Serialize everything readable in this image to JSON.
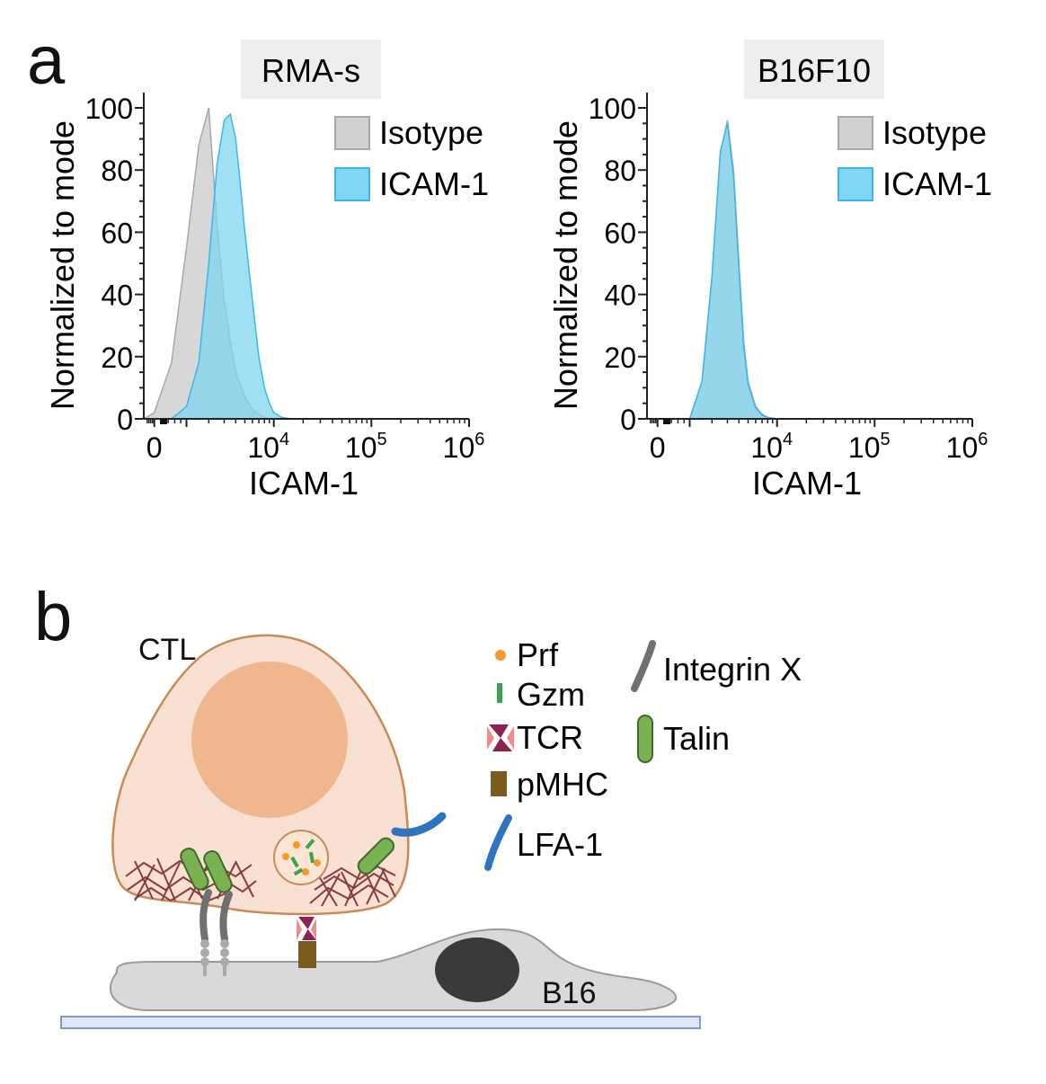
{
  "panel_a": {
    "label": "a",
    "colors": {
      "isotype_fill": "#d0d0d0",
      "isotype_stroke": "#a8a8a8",
      "icam_fill": "#7fd6f2",
      "icam_stroke": "#3cb7e6",
      "title_box": "#eeeeee"
    },
    "plots": [
      {
        "title": "RMA-s",
        "ylabel": "Normalized to mode",
        "xlabel": "ICAM-1",
        "legend": [
          "Isotype",
          "ICAM-1"
        ]
      },
      {
        "title": "B16F10",
        "ylabel": "Normalized to mode",
        "xlabel": "ICAM-1",
        "legend": [
          "Isotype",
          "ICAM-1"
        ]
      }
    ],
    "yticks": [
      "0",
      "20",
      "40",
      "60",
      "80",
      "100"
    ],
    "xticks": [
      {
        "base": "0",
        "exp": ""
      },
      {
        "base": "10",
        "exp": "4"
      },
      {
        "base": "10",
        "exp": "5"
      },
      {
        "base": "10",
        "exp": "6"
      }
    ]
  },
  "chart_data": [
    {
      "type": "area",
      "title": "RMA-s",
      "xlabel": "ICAM-1",
      "ylabel": "Normalized to mode",
      "x_scale": "biexponential",
      "ylim": [
        0,
        100
      ],
      "legend_position": "top-right",
      "series": [
        {
          "name": "Isotype",
          "x": [
            -300,
            0,
            500,
            1000,
            1500,
            2000,
            2500,
            3000,
            3500,
            4000,
            5000,
            6000,
            7000,
            8000,
            9000,
            10000
          ],
          "y": [
            0,
            2,
            18,
            55,
            88,
            100,
            62,
            38,
            25,
            15,
            7,
            3,
            1.5,
            0.5,
            0,
            0
          ]
        },
        {
          "name": "ICAM-1",
          "x": [
            500,
            1000,
            1500,
            2000,
            2500,
            3000,
            3500,
            4000,
            4500,
            5000,
            6000,
            7000,
            8000,
            9000,
            10000,
            12000,
            15000
          ],
          "y": [
            0,
            4,
            18,
            50,
            82,
            96,
            98,
            90,
            75,
            60,
            38,
            20,
            10,
            5,
            2,
            0.5,
            0
          ]
        }
      ]
    },
    {
      "type": "area",
      "title": "B16F10",
      "xlabel": "ICAM-1",
      "ylabel": "Normalized to mode",
      "x_scale": "biexponential",
      "ylim": [
        0,
        100
      ],
      "legend_position": "top-right",
      "series": [
        {
          "name": "Isotype",
          "x": [
            1000,
            1500,
            2000,
            2500,
            3000,
            3500,
            4000,
            4500,
            5000,
            6000,
            7000,
            8000,
            10000
          ],
          "y": [
            0,
            12,
            45,
            85,
            96,
            80,
            50,
            25,
            12,
            4,
            1.5,
            0.5,
            0
          ]
        },
        {
          "name": "ICAM-1",
          "x": [
            1000,
            1500,
            2000,
            2500,
            3000,
            3500,
            4000,
            4500,
            5000,
            6000,
            7000,
            8000,
            10000
          ],
          "y": [
            0,
            12,
            46,
            86,
            95,
            78,
            48,
            23,
            11,
            3.5,
            1.2,
            0.4,
            0
          ]
        }
      ]
    }
  ],
  "panel_b": {
    "label": "b",
    "ctl_label": "CTL",
    "b16_label": "B16",
    "legend_col1": [
      {
        "icon": "orange-dot-icon",
        "label": "Prf",
        "color": "#f39a2b"
      },
      {
        "icon": "green-bar-icon",
        "label": "Gzm",
        "color": "#3aa34b"
      },
      {
        "icon": "tcr-bowtie-icon",
        "label": "TCR",
        "color": "#8b2252"
      },
      {
        "icon": "brown-block-icon",
        "label": "pMHC",
        "color": "#7a5a1e"
      },
      {
        "icon": "blue-curve-icon",
        "label": "LFA-1",
        "color": "#2f74c0"
      }
    ],
    "legend_col2": [
      {
        "icon": "grey-curve-icon",
        "label": "Integrin X",
        "color": "#707070"
      },
      {
        "icon": "green-capsule-icon",
        "label": "Talin",
        "color": "#7ab153"
      }
    ]
  }
}
